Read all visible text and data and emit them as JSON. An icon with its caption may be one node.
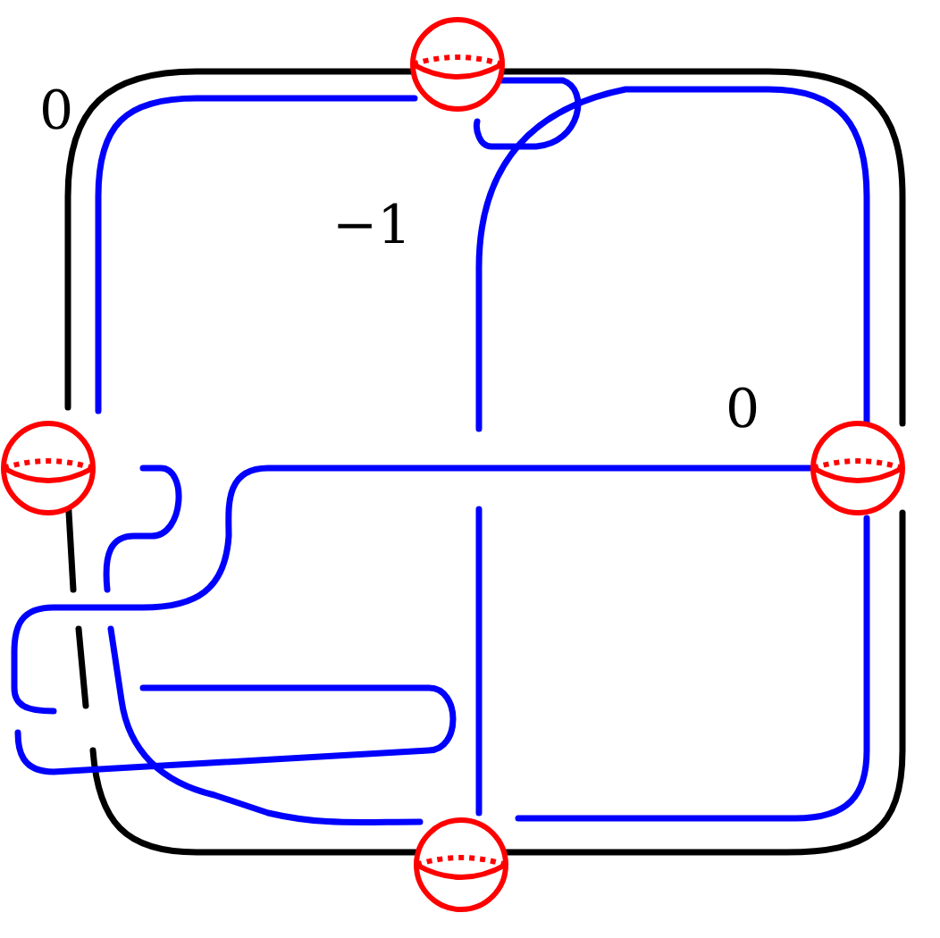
{
  "diagram": {
    "labels": [
      "0",
      "−1",
      "0"
    ]
  }
}
